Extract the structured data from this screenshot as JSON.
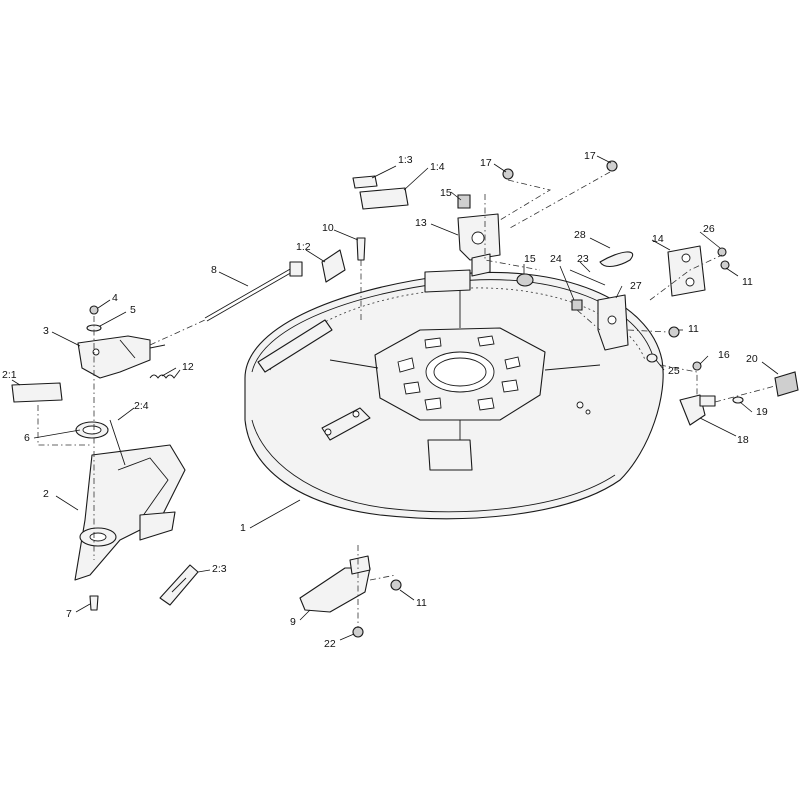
{
  "callouts": {
    "c1_3": "1:3",
    "c1_4": "1:4",
    "c17a": "17",
    "c17b": "17",
    "c15a": "15",
    "c10": "10",
    "c13": "13",
    "c1_2": "1:2",
    "c8": "8",
    "c28": "28",
    "c14": "14",
    "c26": "26",
    "c23": "23",
    "c15b": "15",
    "c24": "24",
    "c27": "27",
    "c11a": "11",
    "c4": "4",
    "c5": "5",
    "c3": "3",
    "c11b": "11",
    "c12": "12",
    "c2_1": "2:1",
    "c16": "16",
    "c20": "20",
    "c25": "25",
    "c2_4": "2:4",
    "c6": "6",
    "c19": "19",
    "c18": "18",
    "c2": "2",
    "c1": "1",
    "c2_3": "2:3",
    "c11c": "11",
    "c7": "7",
    "c9": "9",
    "c22": "22"
  }
}
